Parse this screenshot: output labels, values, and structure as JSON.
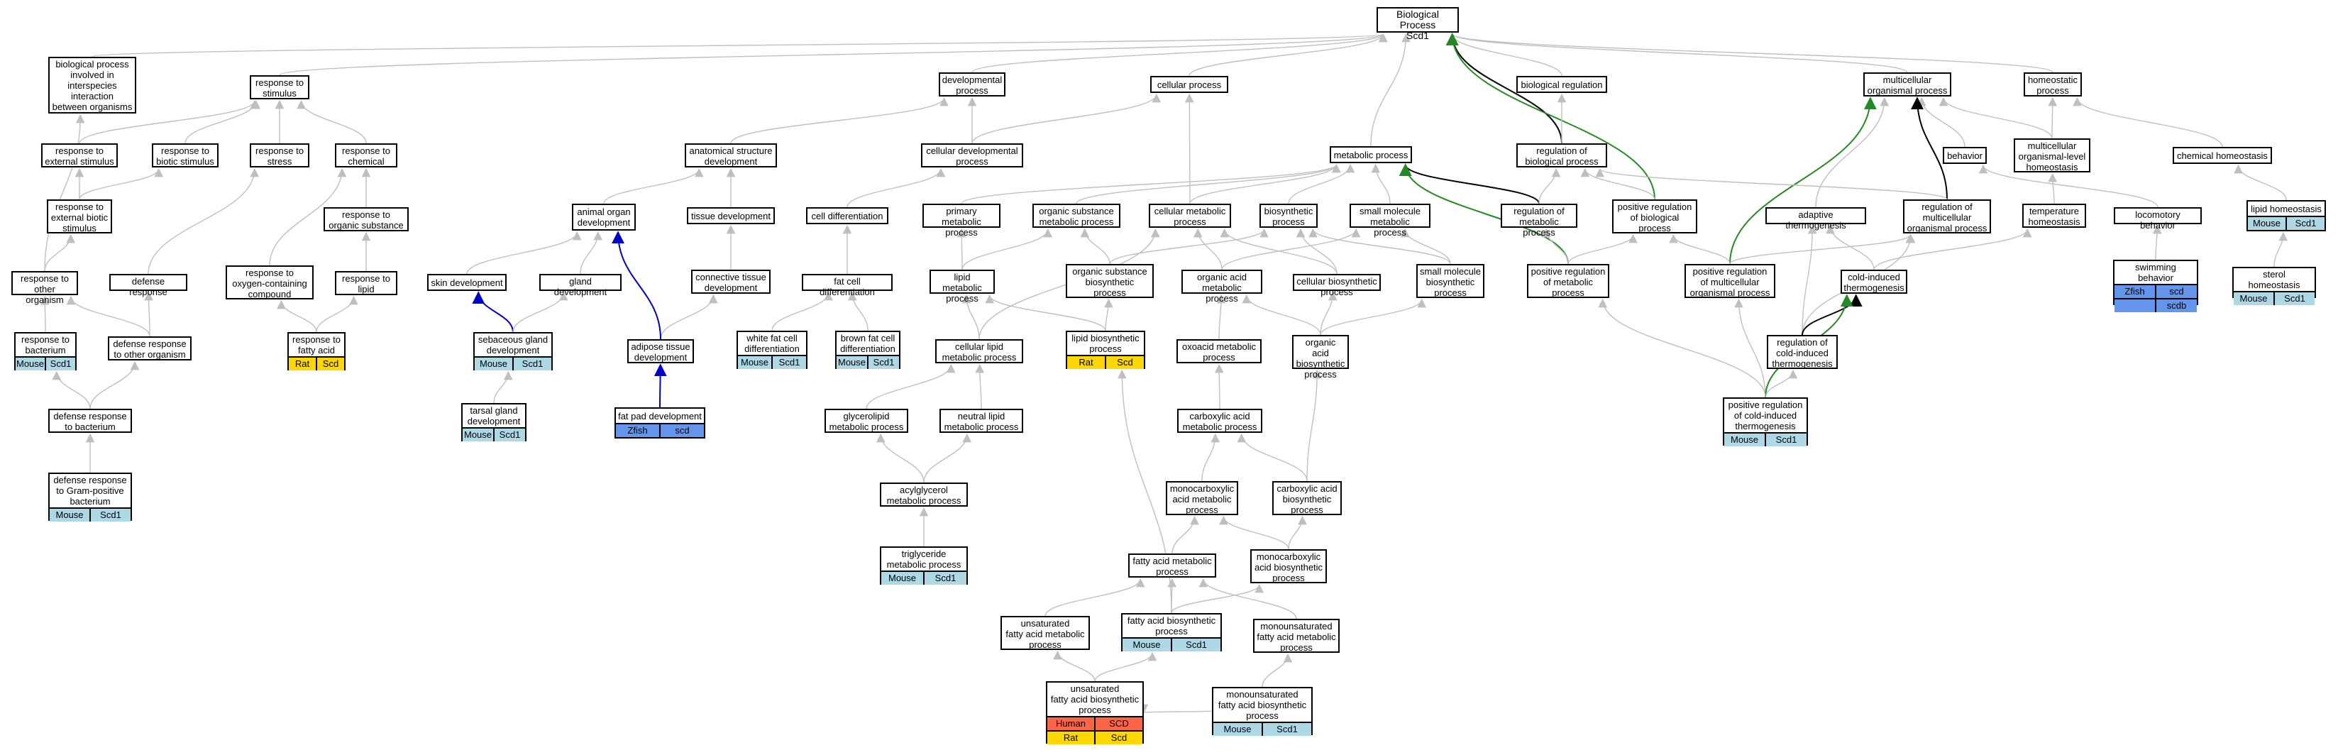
{
  "colors": {
    "edge_default": "#bfbfbf",
    "edge_black": "#000000",
    "edge_green": "#238b23",
    "edge_blue": "#0000cc",
    "mouse": "#add8e6",
    "rat": "#ffd700",
    "human": "#fa6447",
    "zfish": "#6495ed"
  },
  "nodes": [
    {
      "id": "bp",
      "label": "Biological Process\nScd1",
      "root": true
    },
    {
      "id": "interspecies",
      "label": "biological process\ninvolved in\ninterspecies\ninteraction\nbetween organisms"
    },
    {
      "id": "resp_stim",
      "label": "response to\nstimulus"
    },
    {
      "id": "dev_proc",
      "label": "developmental\nprocess"
    },
    {
      "id": "cell_proc",
      "label": "cellular process"
    },
    {
      "id": "bio_reg",
      "label": "biological regulation"
    },
    {
      "id": "multi_proc",
      "label": "multicellular\norganismal process"
    },
    {
      "id": "homeo_proc",
      "label": "homeostatic\nprocess"
    },
    {
      "id": "resp_ext",
      "label": "response to\nexternal stimulus"
    },
    {
      "id": "resp_biotic",
      "label": "response to\nbiotic stimulus"
    },
    {
      "id": "resp_stress",
      "label": "response to\nstress"
    },
    {
      "id": "resp_chem",
      "label": "response to\nchemical"
    },
    {
      "id": "anat_dev",
      "label": "anatomical structure\ndevelopment"
    },
    {
      "id": "cell_dev",
      "label": "cellular developmental\nprocess"
    },
    {
      "id": "metab",
      "label": "metabolic process"
    },
    {
      "id": "reg_bio",
      "label": "regulation of\nbiological process"
    },
    {
      "id": "behavior",
      "label": "behavior"
    },
    {
      "id": "multi_homeo",
      "label": "multicellular\norganismal-level\nhomeostasis"
    },
    {
      "id": "chem_homeo",
      "label": "chemical homeostasis"
    },
    {
      "id": "resp_ext_biotic",
      "label": "response to\nexternal biotic\nstimulus"
    },
    {
      "id": "resp_org_sub",
      "label": "response to\norganic substance"
    },
    {
      "id": "animal_organ",
      "label": "animal organ\ndevelopment"
    },
    {
      "id": "tissue_dev",
      "label": "tissue development"
    },
    {
      "id": "cell_diff",
      "label": "cell differentiation"
    },
    {
      "id": "primary_metab",
      "label": "primary metabolic\nprocess"
    },
    {
      "id": "org_sub_metab",
      "label": "organic substance\nmetabolic process"
    },
    {
      "id": "cell_metab",
      "label": "cellular metabolic\nprocess"
    },
    {
      "id": "biosynth",
      "label": "biosynthetic\nprocess"
    },
    {
      "id": "small_mol_metab",
      "label": "small molecule\nmetabolic process"
    },
    {
      "id": "reg_metab",
      "label": "regulation of\nmetabolic process"
    },
    {
      "id": "pos_reg_bio",
      "label": "positive regulation\nof biological\nprocess"
    },
    {
      "id": "adaptive_thermo",
      "label": "adaptive thermogenesis"
    },
    {
      "id": "reg_multi",
      "label": "regulation of\nmulticellular\norganismal process"
    },
    {
      "id": "temp_homeo",
      "label": "temperature\nhomeostasis"
    },
    {
      "id": "loco_behavior",
      "label": "locomotory behavior"
    },
    {
      "id": "lipid_homeo",
      "label": "lipid homeostasis",
      "rows": [
        [
          [
            "Mouse",
            "mouse"
          ],
          [
            "Scd1",
            "mouse"
          ]
        ]
      ]
    },
    {
      "id": "resp_other",
      "label": "response to\nother organism"
    },
    {
      "id": "defense_resp",
      "label": "defense response"
    },
    {
      "id": "resp_oxy",
      "label": "response to\noxygen-containing\ncompound"
    },
    {
      "id": "resp_lipid",
      "label": "response to\nlipid"
    },
    {
      "id": "skin_dev",
      "label": "skin development"
    },
    {
      "id": "gland_dev",
      "label": "gland development"
    },
    {
      "id": "conn_tissue",
      "label": "connective tissue\ndevelopment"
    },
    {
      "id": "fat_cell_diff",
      "label": "fat cell differentiation"
    },
    {
      "id": "lipid_metab",
      "label": "lipid metabolic\nprocess"
    },
    {
      "id": "org_sub_biosyn",
      "label": "organic substance\nbiosynthetic\nprocess"
    },
    {
      "id": "org_acid_metab",
      "label": "organic acid\nmetabolic process"
    },
    {
      "id": "cell_biosyn",
      "label": "cellular biosynthetic\nprocess"
    },
    {
      "id": "small_mol_biosyn",
      "label": "small molecule\nbiosynthetic\nprocess"
    },
    {
      "id": "pos_reg_metab",
      "label": "positive regulation\nof metabolic\nprocess"
    },
    {
      "id": "pos_reg_multi",
      "label": "positive regulation\nof multicellular\norganismal process"
    },
    {
      "id": "cold_thermo",
      "label": "cold-induced\nthermogenesis"
    },
    {
      "id": "swim_behavior",
      "label": "swimming behavior",
      "rows": [
        [
          [
            "Zfish",
            "zfish"
          ],
          [
            "scd",
            "zfish"
          ]
        ],
        [
          [
            "",
            "zfish"
          ],
          [
            "scdb",
            "zfish"
          ]
        ]
      ],
      "span": true
    },
    {
      "id": "sterol_homeo",
      "label": "sterol homeostasis",
      "rows": [
        [
          [
            "Mouse",
            "mouse"
          ],
          [
            "Scd1",
            "mouse"
          ]
        ]
      ]
    },
    {
      "id": "resp_bact",
      "label": "response to\nbacterium",
      "rows": [
        [
          [
            "Mouse",
            "mouse"
          ],
          [
            "Scd1",
            "mouse"
          ]
        ]
      ]
    },
    {
      "id": "def_resp_other",
      "label": "defense response\nto other organism"
    },
    {
      "id": "resp_fatty",
      "label": "response to\nfatty acid",
      "rows": [
        [
          [
            "Rat",
            "rat"
          ],
          [
            "Scd",
            "rat"
          ]
        ]
      ]
    },
    {
      "id": "seb_gland",
      "label": "sebaceous gland\ndevelopment",
      "rows": [
        [
          [
            "Mouse",
            "mouse"
          ],
          [
            "Scd1",
            "mouse"
          ]
        ]
      ]
    },
    {
      "id": "adipose_dev",
      "label": "adipose tissue\ndevelopment"
    },
    {
      "id": "white_fat",
      "label": "white fat cell\ndifferentiation",
      "rows": [
        [
          [
            "Mouse",
            "mouse"
          ],
          [
            "Scd1",
            "mouse"
          ]
        ]
      ]
    },
    {
      "id": "brown_fat",
      "label": "brown fat cell\ndifferentiation",
      "rows": [
        [
          [
            "Mouse",
            "mouse"
          ],
          [
            "Scd1",
            "mouse"
          ]
        ]
      ]
    },
    {
      "id": "cell_lipid_metab",
      "label": "cellular lipid\nmetabolic process"
    },
    {
      "id": "lipid_biosyn",
      "label": "lipid biosynthetic\nprocess",
      "rows": [
        [
          [
            "Rat",
            "rat"
          ],
          [
            "Scd",
            "rat"
          ]
        ]
      ]
    },
    {
      "id": "oxoacid_metab",
      "label": "oxoacid metabolic\nprocess"
    },
    {
      "id": "org_acid_biosyn",
      "label": "organic acid\nbiosynthetic\nprocess"
    },
    {
      "id": "reg_cold",
      "label": "regulation of\ncold-induced\nthermogenesis"
    },
    {
      "id": "tarsal_gland",
      "label": "tarsal gland\ndevelopment",
      "rows": [
        [
          [
            "Mouse",
            "mouse"
          ],
          [
            "Scd1",
            "mouse"
          ]
        ]
      ]
    },
    {
      "id": "fat_pad",
      "label": "fat pad development",
      "rows": [
        [
          [
            "Zfish",
            "zfish"
          ],
          [
            "scd",
            "zfish"
          ]
        ]
      ]
    },
    {
      "id": "def_resp_bact",
      "label": "defense response\nto bacterium"
    },
    {
      "id": "glycerolipid",
      "label": "glycerolipid\nmetabolic process"
    },
    {
      "id": "neutral_lipid",
      "label": "neutral lipid\nmetabolic process"
    },
    {
      "id": "carbox_metab",
      "label": "carboxylic acid\nmetabolic process"
    },
    {
      "id": "pos_reg_cold",
      "label": "positive regulation\nof cold-induced\nthermogenesis",
      "rows": [
        [
          [
            "Mouse",
            "mouse"
          ],
          [
            "Scd1",
            "mouse"
          ]
        ]
      ]
    },
    {
      "id": "def_resp_gram",
      "label": "defense response\nto Gram-positive\nbacterium",
      "rows": [
        [
          [
            "Mouse",
            "mouse"
          ],
          [
            "Scd1",
            "mouse"
          ]
        ]
      ]
    },
    {
      "id": "acylglycerol",
      "label": "acylglycerol\nmetabolic process"
    },
    {
      "id": "monocarb_metab",
      "label": "monocarboxylic\nacid metabolic\nprocess"
    },
    {
      "id": "carbox_biosyn",
      "label": "carboxylic acid\nbiosynthetic\nprocess"
    },
    {
      "id": "triglyceride",
      "label": "triglyceride\nmetabolic process",
      "rows": [
        [
          [
            "Mouse",
            "mouse"
          ],
          [
            "Scd1",
            "mouse"
          ]
        ]
      ]
    },
    {
      "id": "fatty_acid_metab",
      "label": "fatty acid metabolic\nprocess"
    },
    {
      "id": "monocarb_biosyn",
      "label": "monocarboxylic\nacid biosynthetic\nprocess"
    },
    {
      "id": "unsat_fa_metab",
      "label": "unsaturated\nfatty acid metabolic\nprocess"
    },
    {
      "id": "fa_biosyn",
      "label": "fatty acid biosynthetic\nprocess",
      "rows": [
        [
          [
            "Mouse",
            "mouse"
          ],
          [
            "Scd1",
            "mouse"
          ]
        ]
      ]
    },
    {
      "id": "monounsat_metab",
      "label": "monounsaturated\nfatty acid metabolic\nprocess"
    },
    {
      "id": "unsat_fa_biosyn",
      "label": "unsaturated\nfatty acid biosynthetic\nprocess",
      "rows": [
        [
          [
            "Human",
            "human"
          ],
          [
            "SCD",
            "human"
          ]
        ],
        [
          [
            "Rat",
            "rat"
          ],
          [
            "Scd",
            "rat"
          ]
        ]
      ]
    },
    {
      "id": "monounsat_biosyn",
      "label": "monounsaturated\nfatty acid biosynthetic\nprocess",
      "rows": [
        [
          [
            "Mouse",
            "mouse"
          ],
          [
            "Scd1",
            "mouse"
          ]
        ]
      ]
    }
  ],
  "edges": [
    [
      "interspecies",
      "bp"
    ],
    [
      "resp_stim",
      "bp"
    ],
    [
      "dev_proc",
      "bp"
    ],
    [
      "cell_proc",
      "bp"
    ],
    [
      "bio_reg",
      "bp"
    ],
    [
      "multi_proc",
      "bp"
    ],
    [
      "homeo_proc",
      "bp"
    ],
    [
      "metab",
      "bp"
    ],
    [
      "reg_bio",
      "bp",
      "black"
    ],
    [
      "pos_reg_bio",
      "bp",
      "green"
    ],
    [
      "resp_ext",
      "resp_stim"
    ],
    [
      "resp_biotic",
      "resp_stim"
    ],
    [
      "resp_stress",
      "resp_stim"
    ],
    [
      "resp_chem",
      "resp_stim"
    ],
    [
      "anat_dev",
      "dev_proc"
    ],
    [
      "cell_dev",
      "dev_proc"
    ],
    [
      "cell_dev",
      "cell_proc"
    ],
    [
      "cell_metab",
      "cell_proc"
    ],
    [
      "reg_bio",
      "bio_reg"
    ],
    [
      "behavior",
      "multi_proc"
    ],
    [
      "multi_homeo",
      "multi_proc"
    ],
    [
      "reg_multi",
      "multi_proc",
      "black"
    ],
    [
      "pos_reg_multi",
      "multi_proc",
      "green"
    ],
    [
      "multi_homeo",
      "homeo_proc"
    ],
    [
      "chem_homeo",
      "homeo_proc"
    ],
    [
      "resp_ext_biotic",
      "resp_ext"
    ],
    [
      "resp_ext_biotic",
      "resp_biotic"
    ],
    [
      "resp_org_sub",
      "resp_chem"
    ],
    [
      "resp_oxy",
      "resp_chem"
    ],
    [
      "animal_organ",
      "anat_dev"
    ],
    [
      "tissue_dev",
      "anat_dev"
    ],
    [
      "cell_diff",
      "cell_dev"
    ],
    [
      "primary_metab",
      "metab"
    ],
    [
      "org_sub_metab",
      "metab"
    ],
    [
      "cell_metab",
      "metab"
    ],
    [
      "biosynth",
      "metab"
    ],
    [
      "small_mol_metab",
      "metab"
    ],
    [
      "reg_metab",
      "metab",
      "black"
    ],
    [
      "pos_reg_metab",
      "metab",
      "green"
    ],
    [
      "reg_metab",
      "reg_bio"
    ],
    [
      "pos_reg_bio",
      "reg_bio"
    ],
    [
      "reg_multi",
      "reg_bio"
    ],
    [
      "adaptive_thermo",
      "multi_proc"
    ],
    [
      "temp_homeo",
      "multi_homeo"
    ],
    [
      "loco_behavior",
      "behavior"
    ],
    [
      "lipid_homeo",
      "chem_homeo"
    ],
    [
      "resp_other",
      "interspecies"
    ],
    [
      "resp_other",
      "resp_ext_biotic"
    ],
    [
      "defense_resp",
      "resp_stress"
    ],
    [
      "resp_lipid",
      "resp_org_sub"
    ],
    [
      "skin_dev",
      "animal_organ"
    ],
    [
      "gland_dev",
      "animal_organ"
    ],
    [
      "conn_tissue",
      "tissue_dev"
    ],
    [
      "fat_cell_diff",
      "cell_diff"
    ],
    [
      "lipid_metab",
      "primary_metab"
    ],
    [
      "lipid_metab",
      "org_sub_metab"
    ],
    [
      "org_sub_biosyn",
      "org_sub_metab"
    ],
    [
      "org_sub_biosyn",
      "biosynth"
    ],
    [
      "org_acid_metab",
      "cell_metab"
    ],
    [
      "org_acid_metab",
      "small_mol_metab"
    ],
    [
      "cell_biosyn",
      "cell_metab"
    ],
    [
      "cell_biosyn",
      "biosynth"
    ],
    [
      "small_mol_biosyn",
      "small_mol_metab"
    ],
    [
      "small_mol_biosyn",
      "biosynth"
    ],
    [
      "pos_reg_metab",
      "reg_metab"
    ],
    [
      "pos_reg_metab",
      "pos_reg_bio"
    ],
    [
      "pos_reg_multi",
      "reg_multi"
    ],
    [
      "pos_reg_multi",
      "pos_reg_bio"
    ],
    [
      "cold_thermo",
      "adaptive_thermo"
    ],
    [
      "cold_thermo",
      "temp_homeo"
    ],
    [
      "swim_behavior",
      "loco_behavior"
    ],
    [
      "sterol_homeo",
      "lipid_homeo"
    ],
    [
      "resp_bact",
      "resp_other"
    ],
    [
      "def_resp_other",
      "resp_other"
    ],
    [
      "def_resp_other",
      "defense_resp"
    ],
    [
      "resp_fatty",
      "resp_oxy"
    ],
    [
      "resp_fatty",
      "resp_lipid"
    ],
    [
      "seb_gland",
      "skin_dev",
      "blue"
    ],
    [
      "seb_gland",
      "gland_dev"
    ],
    [
      "adipose_dev",
      "conn_tissue"
    ],
    [
      "adipose_dev",
      "animal_organ",
      "blue"
    ],
    [
      "white_fat",
      "fat_cell_diff"
    ],
    [
      "brown_fat",
      "fat_cell_diff"
    ],
    [
      "cell_lipid_metab",
      "lipid_metab"
    ],
    [
      "cell_lipid_metab",
      "cell_metab"
    ],
    [
      "lipid_biosyn",
      "lipid_metab"
    ],
    [
      "lipid_biosyn",
      "org_sub_biosyn"
    ],
    [
      "oxoacid_metab",
      "org_acid_metab"
    ],
    [
      "org_acid_biosyn",
      "org_acid_metab"
    ],
    [
      "org_acid_biosyn",
      "cell_biosyn"
    ],
    [
      "org_acid_biosyn",
      "small_mol_biosyn"
    ],
    [
      "reg_cold",
      "reg_multi"
    ],
    [
      "reg_cold",
      "adaptive_thermo"
    ],
    [
      "reg_cold",
      "cold_thermo",
      "black"
    ],
    [
      "tarsal_gland",
      "seb_gland"
    ],
    [
      "fat_pad",
      "adipose_dev",
      "blue"
    ],
    [
      "def_resp_bact",
      "resp_bact"
    ],
    [
      "def_resp_bact",
      "def_resp_other"
    ],
    [
      "glycerolipid",
      "cell_lipid_metab"
    ],
    [
      "neutral_lipid",
      "cell_lipid_metab"
    ],
    [
      "carbox_metab",
      "oxoacid_metab"
    ],
    [
      "pos_reg_cold",
      "reg_cold"
    ],
    [
      "pos_reg_cold",
      "pos_reg_multi"
    ],
    [
      "pos_reg_cold",
      "cold_thermo",
      "green"
    ],
    [
      "pos_reg_cold",
      "pos_reg_metab"
    ],
    [
      "def_resp_gram",
      "def_resp_bact"
    ],
    [
      "acylglycerol",
      "glycerolipid"
    ],
    [
      "acylglycerol",
      "neutral_lipid"
    ],
    [
      "monocarb_metab",
      "carbox_metab"
    ],
    [
      "carbox_biosyn",
      "carbox_metab"
    ],
    [
      "carbox_biosyn",
      "org_acid_biosyn"
    ],
    [
      "triglyceride",
      "acylglycerol"
    ],
    [
      "fatty_acid_metab",
      "monocarb_metab"
    ],
    [
      "monocarb_biosyn",
      "monocarb_metab"
    ],
    [
      "monocarb_biosyn",
      "carbox_biosyn"
    ],
    [
      "unsat_fa_metab",
      "fatty_acid_metab"
    ],
    [
      "fa_biosyn",
      "fatty_acid_metab"
    ],
    [
      "fa_biosyn",
      "monocarb_biosyn"
    ],
    [
      "fa_biosyn",
      "lipid_biosyn"
    ],
    [
      "monounsat_metab",
      "fatty_acid_metab"
    ],
    [
      "unsat_fa_biosyn",
      "unsat_fa_metab"
    ],
    [
      "unsat_fa_biosyn",
      "fa_biosyn"
    ],
    [
      "monounsat_biosyn",
      "monounsat_metab"
    ],
    [
      "monounsat_biosyn",
      "unsat_fa_biosyn"
    ]
  ]
}
